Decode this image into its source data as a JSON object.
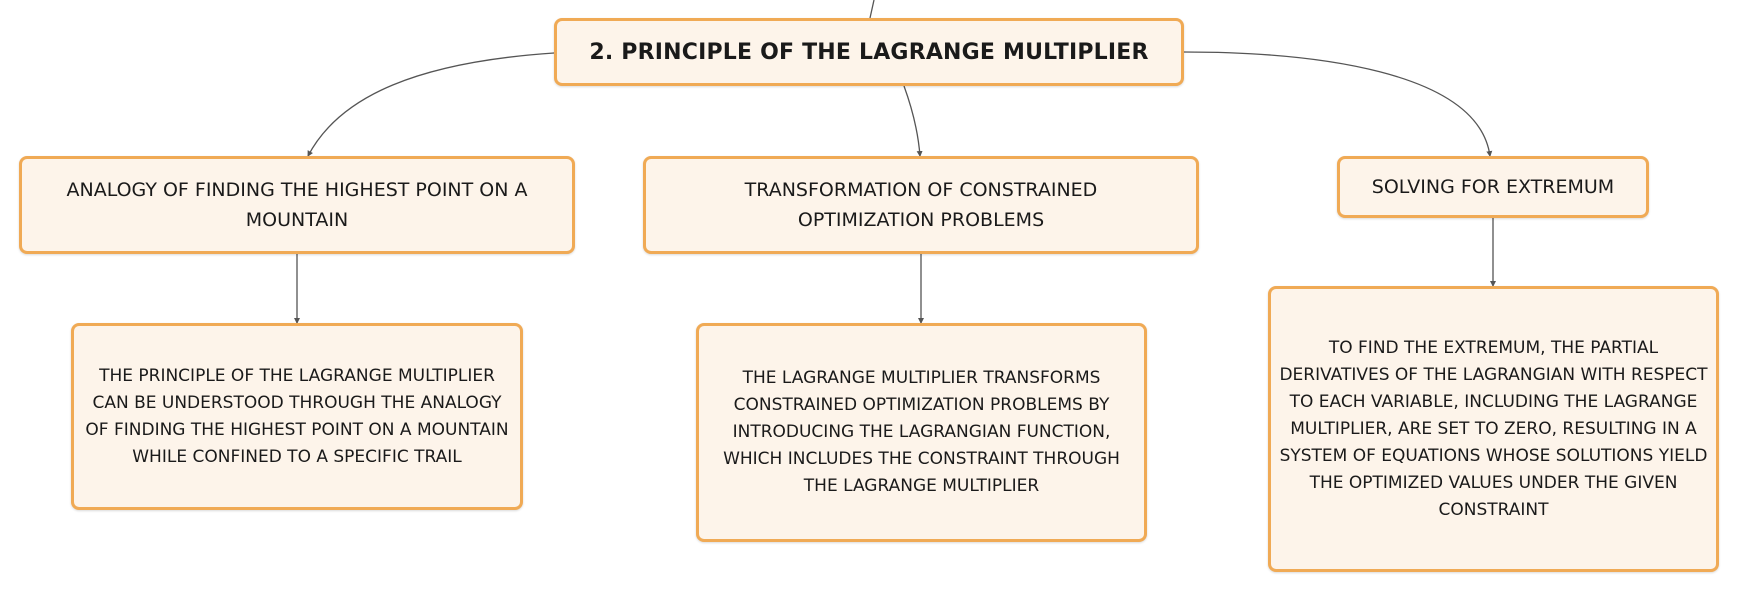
{
  "root": {
    "label": "2. PRINCIPLE OF THE LAGRANGE MULTIPLIER"
  },
  "topics": [
    {
      "label": "ANALOGY OF FINDING THE HIGHEST POINT ON A MOUNTAIN",
      "detail": "THE PRINCIPLE OF THE LAGRANGE MULTIPLIER CAN BE UNDERSTOOD THROUGH THE ANALOGY OF FINDING THE HIGHEST POINT ON A MOUNTAIN WHILE CONFINED TO A SPECIFIC TRAIL"
    },
    {
      "label": "TRANSFORMATION OF CONSTRAINED OPTIMIZATION PROBLEMS",
      "detail": "THE LAGRANGE MULTIPLIER TRANSFORMS CONSTRAINED OPTIMIZATION PROBLEMS BY INTRODUCING THE LAGRANGIAN FUNCTION, WHICH INCLUDES THE CONSTRAINT THROUGH THE LAGRANGE MULTIPLIER"
    },
    {
      "label": "SOLVING FOR EXTREMUM",
      "detail": "TO FIND THE EXTREMUM, THE PARTIAL DERIVATIVES OF THE LAGRANGIAN WITH RESPECT TO EACH VARIABLE, INCLUDING THE LAGRANGE MULTIPLIER, ARE SET TO ZERO, RESULTING IN A SYSTEM OF EQUATIONS WHOSE SOLUTIONS YIELD THE OPTIMIZED VALUES UNDER THE GIVEN CONSTRAINT"
    }
  ],
  "colors": {
    "node_fill": "#fdf4ea",
    "node_border": "#f0aa55",
    "connector": "#555555"
  }
}
